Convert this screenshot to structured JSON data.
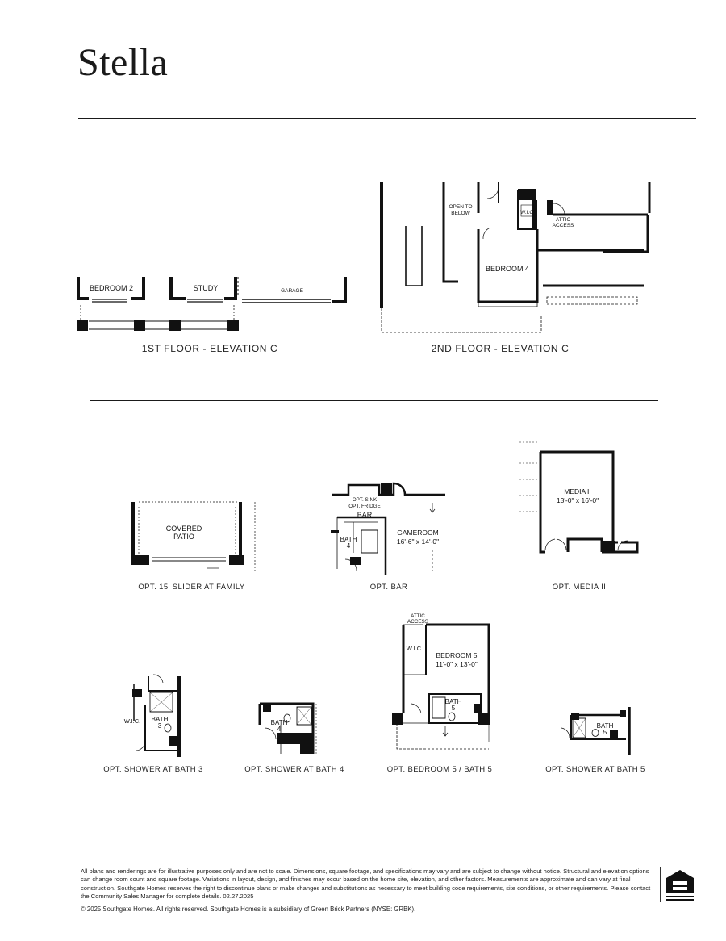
{
  "header": {
    "title": "Stella"
  },
  "plans": {
    "first_floor": {
      "caption": "1ST FLOOR - ELEVATION C",
      "rooms": {
        "bedroom2": "BEDROOM 2",
        "study": "STUDY",
        "garage": "GARAGE"
      }
    },
    "second_floor": {
      "caption": "2ND FLOOR - ELEVATION C",
      "rooms": {
        "open_to_below_1": "OPEN TO",
        "open_to_below_2": "BELOW",
        "wic": "W.I.C.",
        "attic_1": "ATTIC",
        "attic_2": "ACCESS",
        "bedroom4": "BEDROOM 4"
      }
    },
    "opt_slider": {
      "caption": "OPT. 15' SLIDER AT FAMILY",
      "rooms": {
        "covered_1": "COVERED",
        "covered_2": "PATIO"
      }
    },
    "opt_bar": {
      "caption": "OPT. BAR",
      "rooms": {
        "sink": "OPT. SINK",
        "fridge": "OPT. FRIDGE",
        "bar": "BAR",
        "gameroom": "GAMEROOM",
        "gameroom_dim": "16'-6\" x 14'-0\"",
        "bath": "BATH",
        "bath_num": "4"
      }
    },
    "opt_media": {
      "caption": "OPT. MEDIA II",
      "rooms": {
        "media": "MEDIA II",
        "media_dim": "13'-0\" x 16'-0\""
      }
    },
    "opt_shower_bath3": {
      "caption": "OPT. SHOWER AT BATH 3",
      "rooms": {
        "wic": "W.I.C.",
        "bath": "BATH",
        "bath_num": "3"
      }
    },
    "opt_shower_bath4": {
      "caption": "OPT. SHOWER AT BATH 4",
      "rooms": {
        "bath": "BATH",
        "bath_num": "4"
      }
    },
    "opt_bedroom5": {
      "caption": "OPT. BEDROOM 5 / BATH 5",
      "rooms": {
        "attic_1": "ATTIC",
        "attic_2": "ACCESS",
        "wic": "W.I.C.",
        "bedroom5": "BEDROOM 5",
        "bedroom5_dim": "11'-0\" x 13'-0\"",
        "bath": "BATH",
        "bath_num": "5"
      }
    },
    "opt_shower_bath5": {
      "caption": "OPT. SHOWER AT BATH 5",
      "rooms": {
        "bath": "BATH",
        "bath_num": "5"
      }
    }
  },
  "footer": {
    "disclaimer": "All plans and renderings are for illustrative purposes only and are not to scale. Dimensions, square footage, and specifications may vary and are subject to change without notice. Structural and elevation options can change room count and square footage. Variations in layout, design, and finishes may occur based on the home site, elevation, and other factors. Measurements are approximate and can vary at final construction. Southgate Homes reserves the right to discontinue plans or make changes and substitutions as necessary to meet building code requirements, site conditions, or other requirements. Please contact the Community Sales Manager for complete details. 02.27.2025",
    "copyright": "© 2025 Southgate Homes. All rights reserved. Southgate Homes is a subsidiary of Green Brick Partners (NYSE: GRBK).",
    "logo_text": "EQUAL HOUSING OPPORTUNITY"
  }
}
